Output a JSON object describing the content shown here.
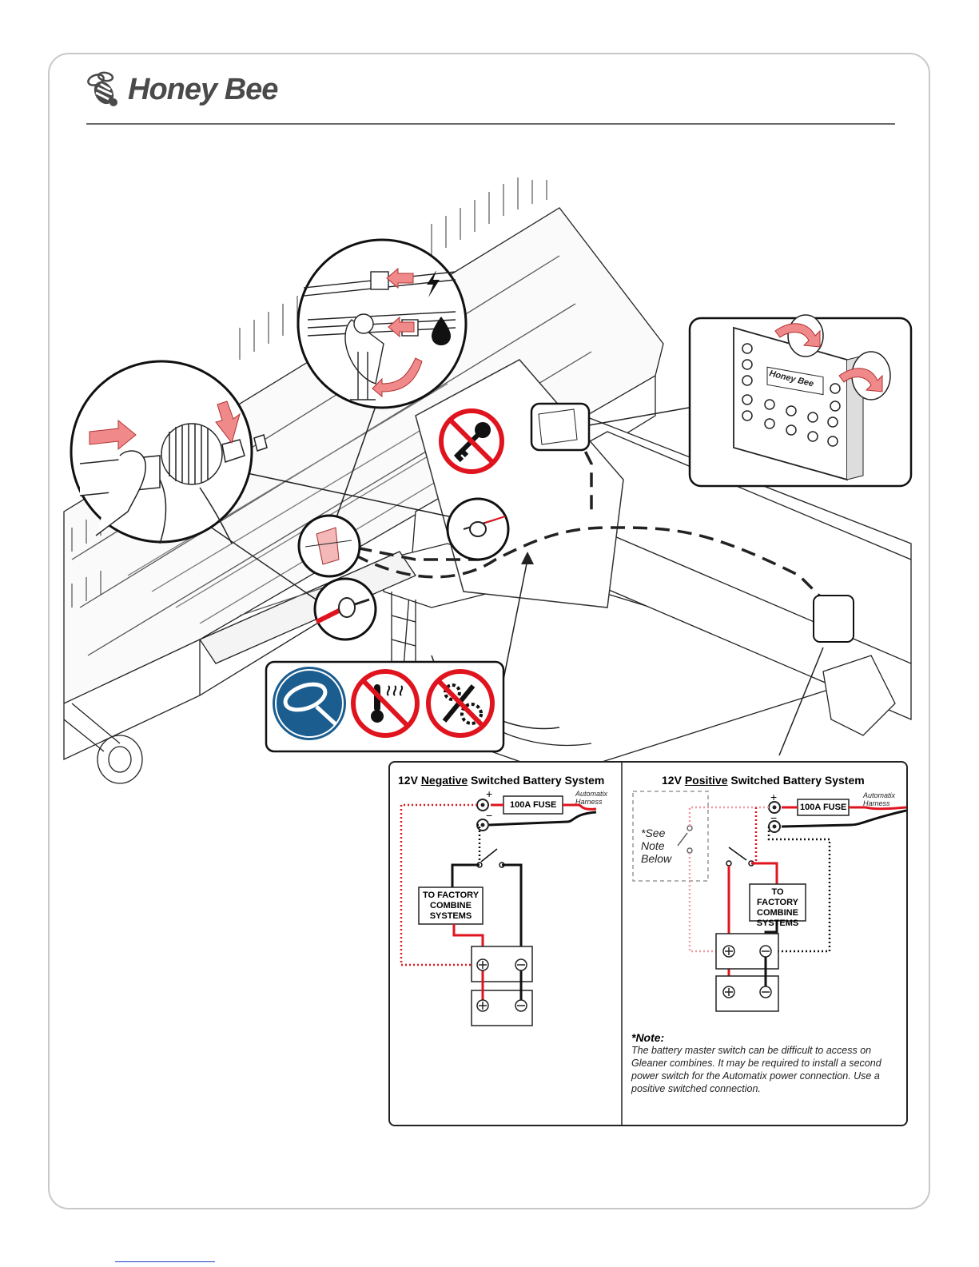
{
  "brand": {
    "name": "Honey Bee",
    "text_color": "#4a4a4a"
  },
  "display_icon_label": "Honey Bee",
  "wiring": {
    "negative": {
      "title_prefix": "12V ",
      "title_underlined": "Negative",
      "title_suffix": " Switched Battery System",
      "fuse": "100A FUSE",
      "harness": [
        "Automatix",
        "Harness"
      ],
      "box": [
        "TO FACTORY",
        "COMBINE",
        "SYSTEMS"
      ]
    },
    "positive": {
      "title_prefix": "12V ",
      "title_underlined": "Positive",
      "title_suffix": " Switched Battery System",
      "fuse": "100A FUSE",
      "harness": [
        "Automatix",
        "Harness"
      ],
      "box": [
        "TO FACTORY",
        "COMBINE",
        "SYSTEMS"
      ],
      "see_note": [
        "*See",
        "Note",
        "Below"
      ],
      "note_heading": "*Note:",
      "note_text": "The battery master switch can be difficult to access on Gleaner combines.  It may be required to install a second power switch for the Automatix power connection.  Use a positive switched connection."
    }
  },
  "colors": {
    "positive_wire": "#e0141e",
    "dotted_red": "#e0141e",
    "dotted_pink": "#f29aa2",
    "warning_blue": "#1b5d8f",
    "prohibit_red": "#e0141e",
    "arrow_pink": "#f08a8a"
  },
  "icons": [
    "bee-logo-icon",
    "electric-bolt-icon",
    "hydraulic-drop-icon",
    "no-key-icon",
    "cable-tie-icon",
    "no-heat-icon",
    "no-moving-parts-icon"
  ]
}
